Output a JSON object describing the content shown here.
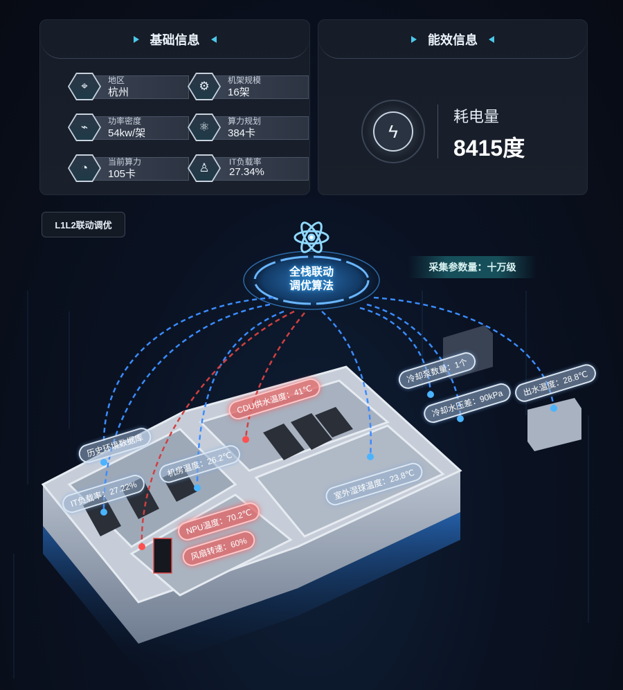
{
  "basic_info": {
    "title": "基础信息",
    "items": [
      {
        "label": "地区",
        "value": "杭州",
        "icon": "location-pin-icon"
      },
      {
        "label": "机架规模",
        "value": "16架",
        "icon": "gear-icon"
      },
      {
        "label": "功率密度",
        "value": "54kw/架",
        "icon": "pulse-icon"
      },
      {
        "label": "算力规划",
        "value": "384卡",
        "icon": "atom-icon"
      },
      {
        "label": "当前算力",
        "value": "105卡",
        "icon": "speedometer-icon"
      },
      {
        "label": "IT负载率",
        "value": "27.34%",
        "icon": "it-person-icon"
      }
    ]
  },
  "energy_info": {
    "title": "能效信息",
    "label": "耗电量",
    "value": "8415度",
    "icon": "lightning-icon"
  },
  "mode_tag": "L1L2联动调优",
  "hub": {
    "line1": "全栈联动",
    "line2": "调优算法"
  },
  "collect_label": "采集参数量：十万级",
  "sensors": [
    {
      "text": "历史环境数据库",
      "type": "normal"
    },
    {
      "text": "IT负载率：27.22%",
      "type": "normal"
    },
    {
      "text": "机房温度：26.2℃",
      "type": "normal"
    },
    {
      "text": "CDU供水温度：41℃",
      "type": "alert"
    },
    {
      "text": "NPU温度：70.2℃",
      "type": "alert"
    },
    {
      "text": "风扇转速：60%",
      "type": "alert"
    },
    {
      "text": "室外湿球温度：23.8℃",
      "type": "normal"
    },
    {
      "text": "冷却泵数量：1个",
      "type": "normal"
    },
    {
      "text": "冷却水压差：90kPa",
      "type": "normal"
    },
    {
      "text": "出水温度：28.8℃",
      "type": "normal"
    }
  ],
  "colors": {
    "accent": "#4cc8e8",
    "link": "#3b8cff",
    "alert": "#e04848"
  }
}
